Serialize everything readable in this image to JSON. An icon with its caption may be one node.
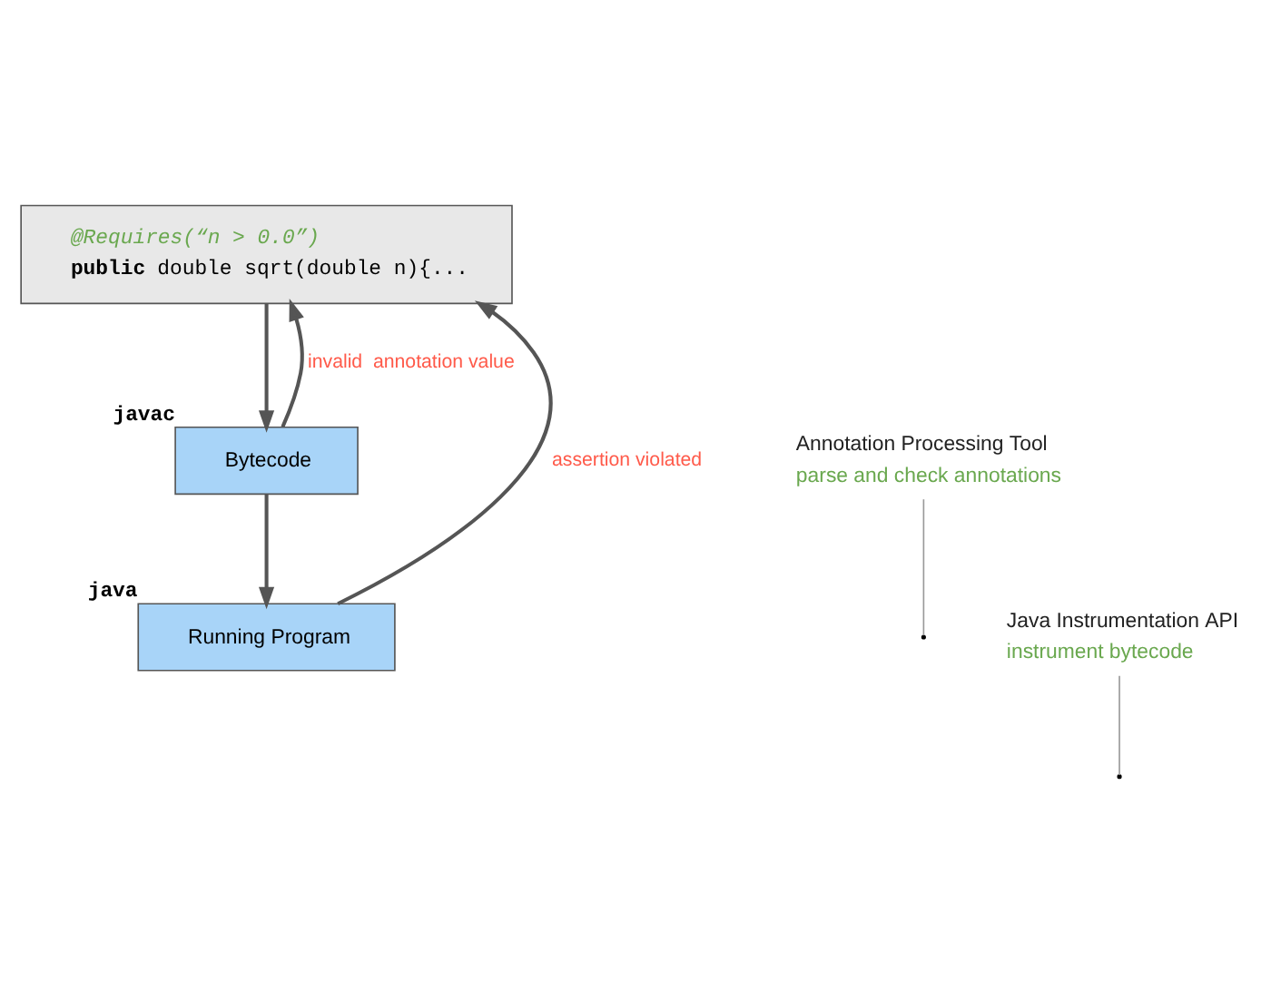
{
  "diagram": {
    "nodes": [
      {
        "text": [
          "@Requires(“n > 0.0”)",
          "**public** double sqrt(double n){..."
        ]
      },
      {
        "text": [
          "Bytecode"
        ],
        "beside": [
          "javac"
        ]
      },
      {
        "text": [
          "Running Program"
        ],
        "beside": [
          "java"
        ]
      },
      {
        "text": [
          "Annotation Processing Tool",
          "parse and check annotations"
        ]
      },
      {
        "text": [
          "Java Instrumentation API",
          "instrument bytecode"
        ]
      }
    ],
    "edges": [
      {
        "from": 0,
        "to": 1,
        "arrow": "to"
      },
      {
        "from": 1,
        "to": 2,
        "arrow": "to"
      },
      {
        "from": 1,
        "to": 0,
        "arrow": "to",
        "label": "invalid  annotation value"
      },
      {
        "from": 2,
        "to": 0,
        "arrow": "to",
        "label": "assertion violated"
      },
      {
        "from": 3,
        "to": null,
        "arrow": "none"
      },
      {
        "from": 4,
        "to": null,
        "arrow": "none"
      }
    ]
  }
}
